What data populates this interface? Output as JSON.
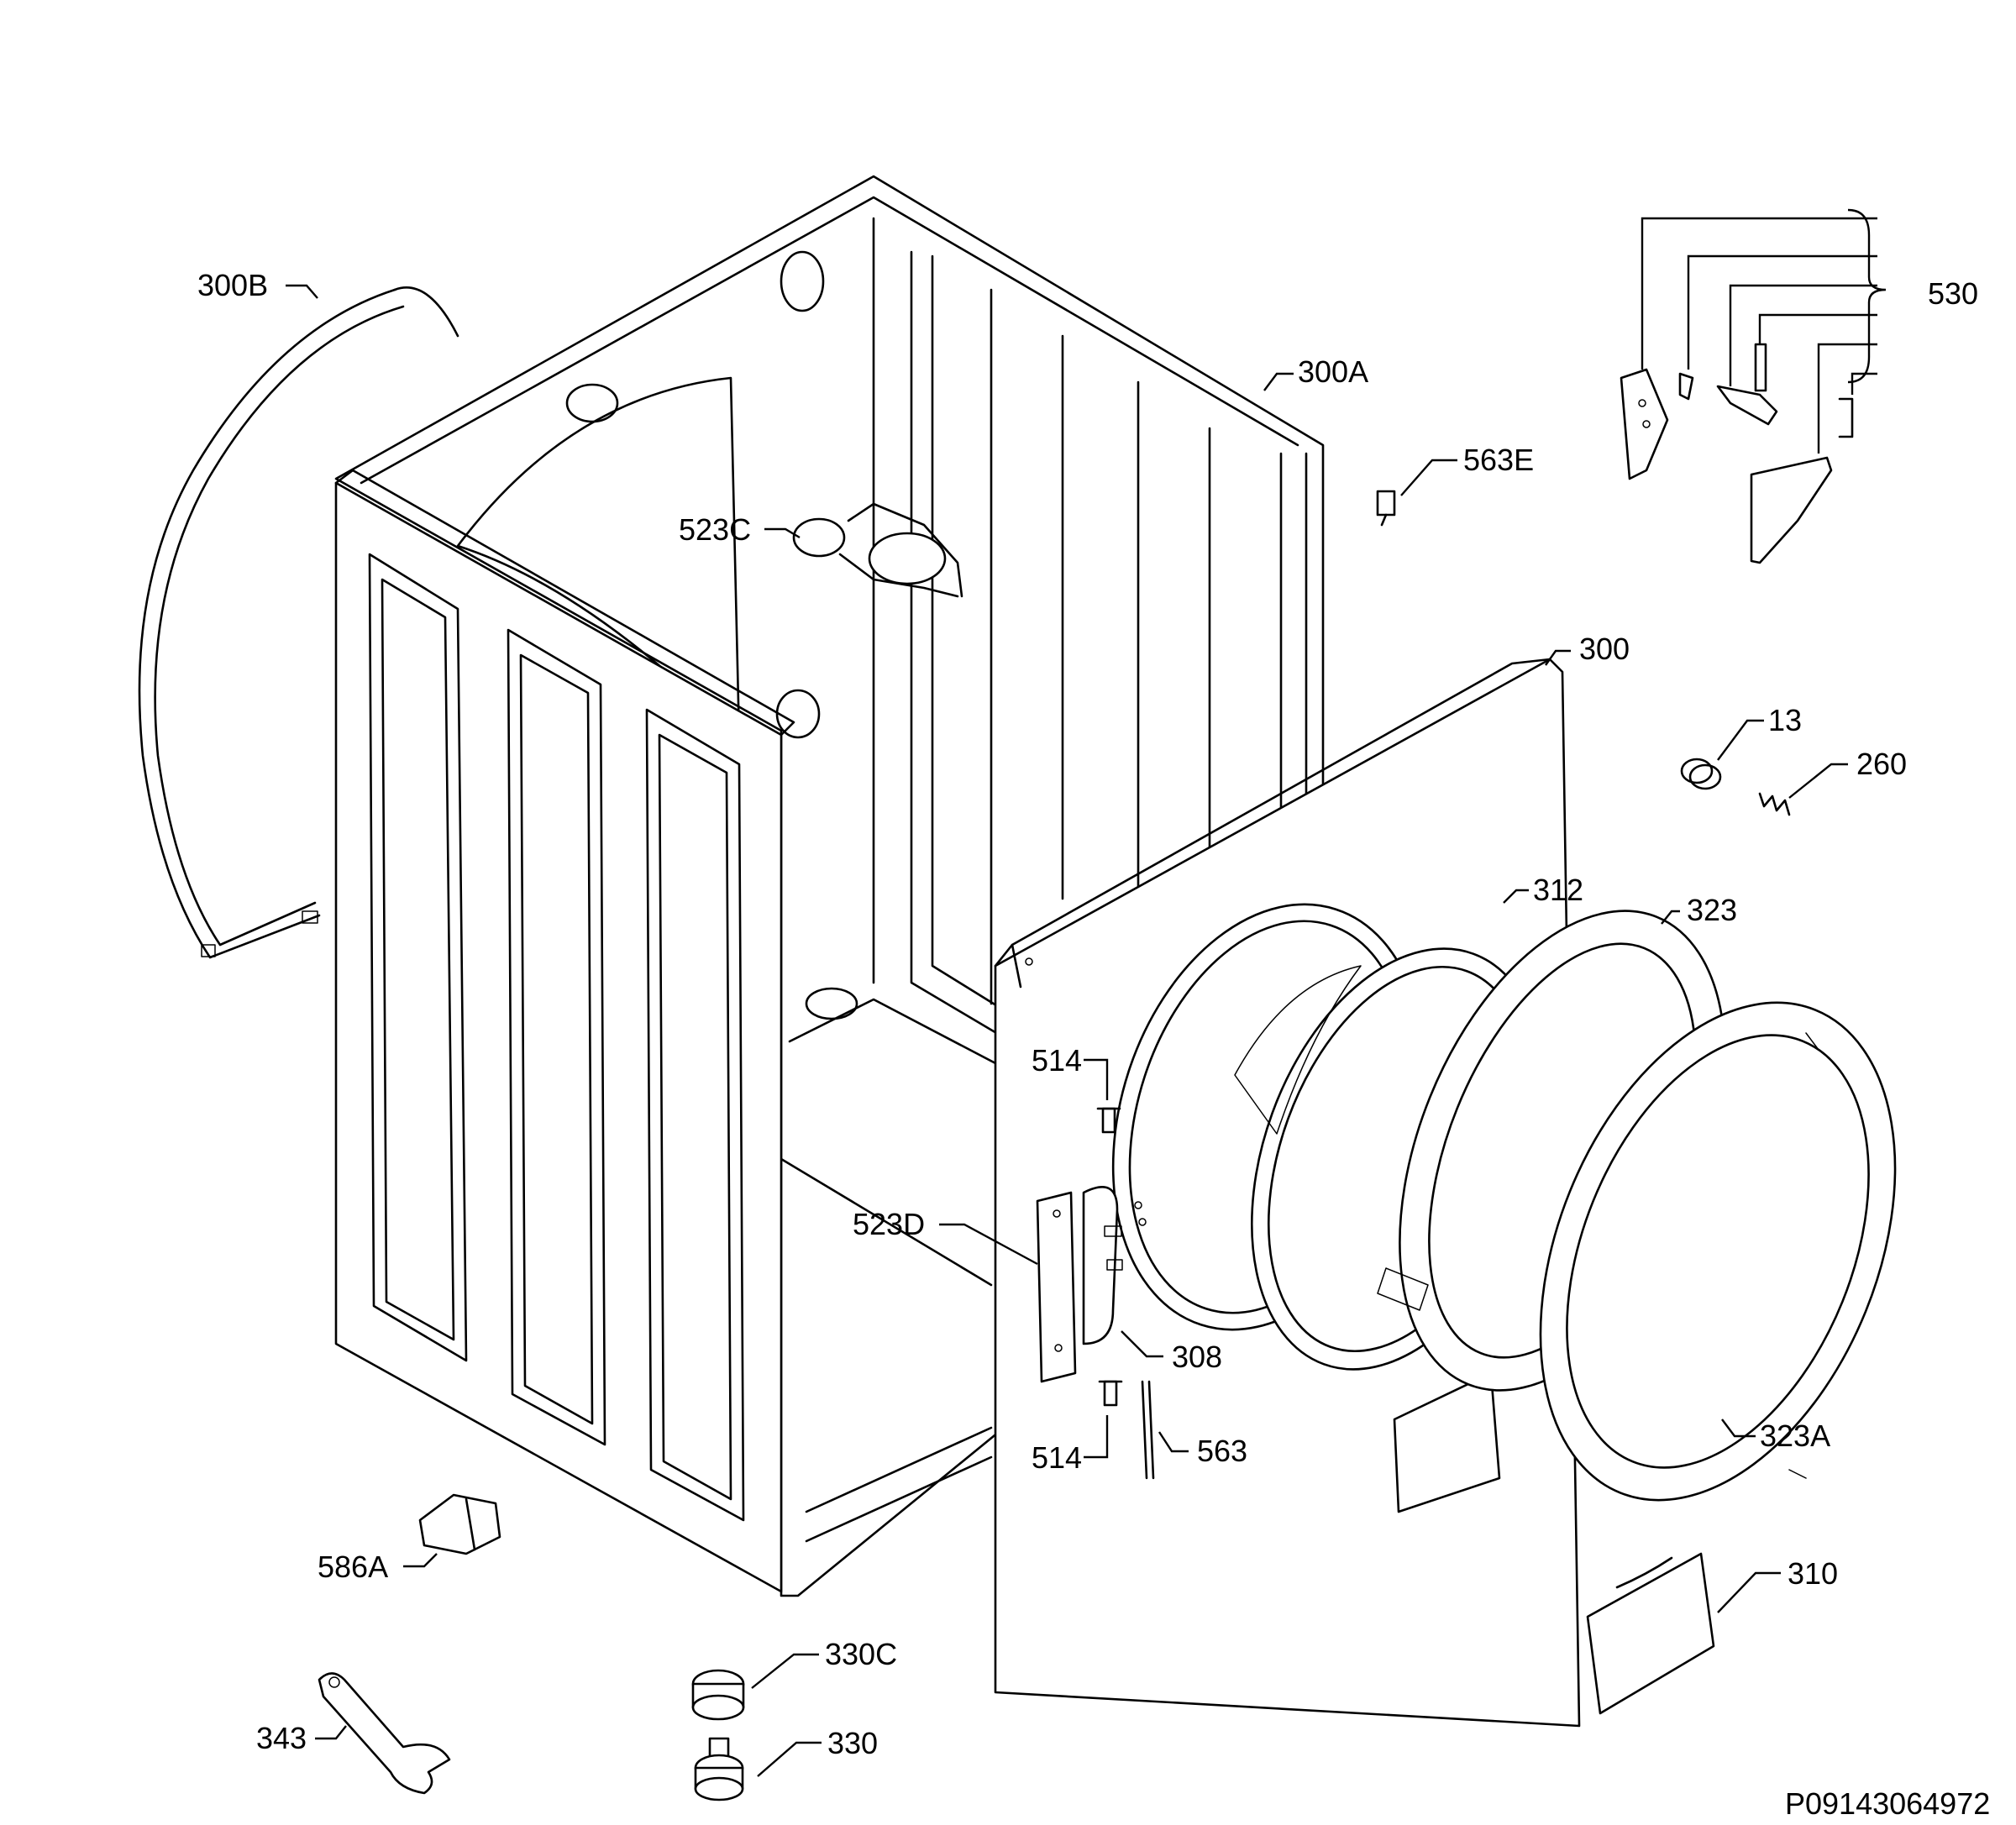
{
  "labels": {
    "l300B": "300B",
    "l300A": "300A",
    "l563E": "563E",
    "l530": "530",
    "l523C": "523C",
    "l300": "300",
    "l13": "13",
    "l260": "260",
    "l312": "312",
    "l323": "323",
    "l514a": "514",
    "l523D": "523D",
    "l308": "308",
    "l514b": "514",
    "l563": "563",
    "l323A": "323A",
    "l586A": "586A",
    "l310": "310",
    "l330C": "330C",
    "l343": "343",
    "l330": "330"
  },
  "document_id": "P09143064972"
}
